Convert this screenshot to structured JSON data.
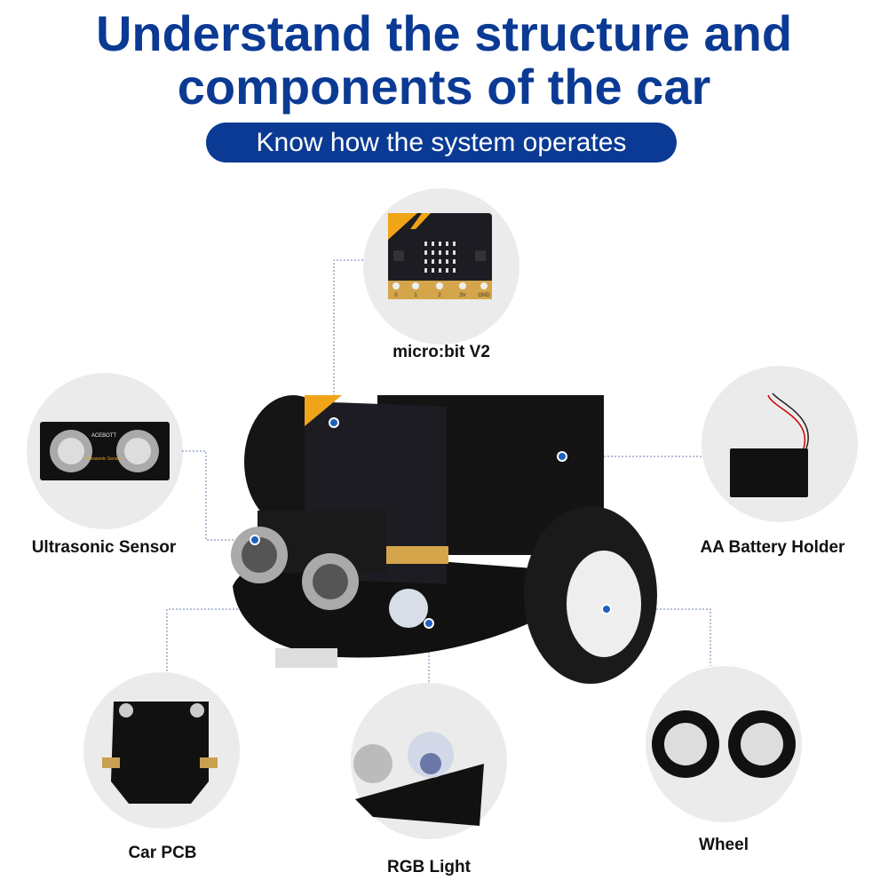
{
  "header": {
    "title_line1": "Understand the structure and",
    "title_line2": "components of the car",
    "subtitle": "Know how the system operates"
  },
  "components": {
    "microbit": {
      "label": "micro:bit V2",
      "pins": [
        "0",
        "1",
        "2",
        "3V",
        "GND"
      ]
    },
    "ultrasonic": {
      "label": "Ultrasonic Sensor",
      "brand": "ACEBOTT",
      "module_text": "Ultrasonic Sensor"
    },
    "battery": {
      "label": "AA Battery Holder"
    },
    "pcb": {
      "label": "Car PCB"
    },
    "rgb": {
      "label": "RGB Light"
    },
    "wheel": {
      "label": "Wheel"
    }
  },
  "colors": {
    "brand_blue": "#0b3a94",
    "circle_bg": "#ebebeb",
    "board_black": "#1c1c22",
    "accent_orange": "#f0a417",
    "gold": "#d4a54a"
  }
}
